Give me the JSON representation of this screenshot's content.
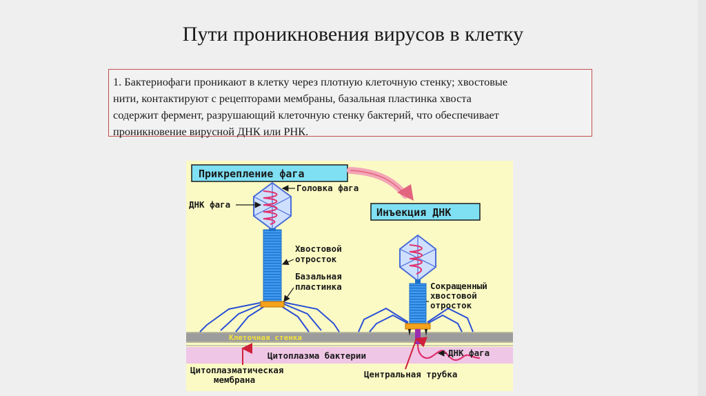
{
  "slide": {
    "title": "Пути проникновения вирусов в клетку",
    "text_lines": [
      "1. Бактериофаги проникают в клетку через плотную клеточную стенку; хвостовые",
      "нити, контактируют с рецепторами мембраны, базальная пластинка хвоста",
      "содержит фермент, разрушающий клеточную стенку бактерий, что обеспечивает",
      "проникновение вирусной ДНК или РНК."
    ]
  },
  "diagram": {
    "header_attach": "Прикрепление фага",
    "header_inject": "Инъекция ДНК",
    "label_head": "Головка фага",
    "label_dna": "ДНК фага",
    "label_tail_1": "Хвостовой",
    "label_tail_2": "отросток",
    "label_base_1": "Базальная",
    "label_base_2": "пластинка",
    "label_short_1": "Сокращенный",
    "label_short_2": "хвостовой",
    "label_short_3": "отросток",
    "label_wall": "Клеточная стенка",
    "label_cyto": "Цитоплазма бактерии",
    "label_dna2": "ДНК фага",
    "label_membrane_1": "Цитоплазматическая",
    "label_membrane_2": "мембрана",
    "label_tube": "Центральная трубка",
    "colors": {
      "background": "#fbfac4",
      "header_box": "#7fe0f4",
      "tail_blue": "#2d8be8",
      "head_outline": "#4a6bd8",
      "dna_red": "#e0306e",
      "wall_gray": "#9c9c9c",
      "wall_text": "#f2e23a",
      "cytoplasm": "#efc6e6"
    }
  }
}
